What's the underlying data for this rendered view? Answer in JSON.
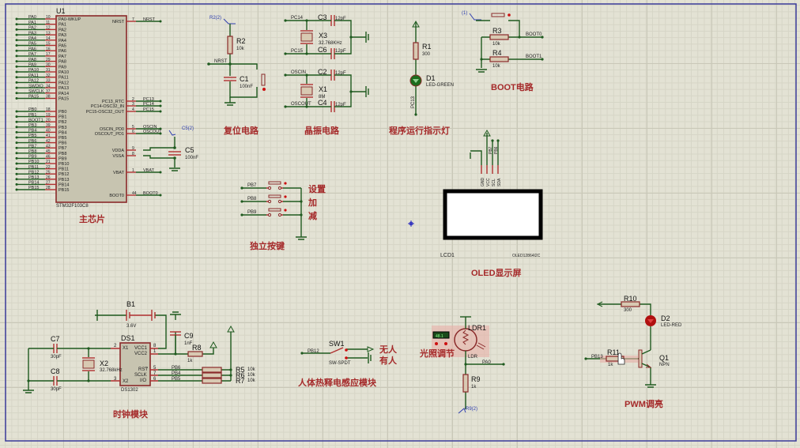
{
  "sheet": {
    "border_color": "#3a3a9a",
    "grid": "on"
  },
  "main_chip": {
    "ref": "U1",
    "part": "STM32F103C8",
    "section_title": "主芯片",
    "left_pins": [
      {
        "net": "PA0",
        "num": "10",
        "name": "PA0-WKUP"
      },
      {
        "net": "PA1",
        "num": "11",
        "name": "PA1"
      },
      {
        "net": "PA2",
        "num": "12",
        "name": "PA2"
      },
      {
        "net": "PA3",
        "num": "13",
        "name": "PA3"
      },
      {
        "net": "PA4",
        "num": "14",
        "name": "PA4"
      },
      {
        "net": "PA5",
        "num": "15",
        "name": "PA5"
      },
      {
        "net": "PA6",
        "num": "16",
        "name": "PA6"
      },
      {
        "net": "PA7",
        "num": "17",
        "name": "PA7"
      },
      {
        "net": "PA8",
        "num": "29",
        "name": "PA8"
      },
      {
        "net": "PA9",
        "num": "30",
        "name": "PA9"
      },
      {
        "net": "PA10",
        "num": "31",
        "name": "PA10"
      },
      {
        "net": "PA11",
        "num": "32",
        "name": "PA11"
      },
      {
        "net": "PA12",
        "num": "33",
        "name": "PA12"
      },
      {
        "net": "SWDIO",
        "num": "34",
        "name": "PA13"
      },
      {
        "net": "SWCLK",
        "num": "37",
        "name": "PA14"
      },
      {
        "net": "PA15",
        "num": "38",
        "name": "PA15"
      },
      {
        "net": "PB0",
        "num": "18",
        "name": "PB0"
      },
      {
        "net": "PB1",
        "num": "19",
        "name": "PB1"
      },
      {
        "net": "BOOT1",
        "num": "20",
        "name": "PB2"
      },
      {
        "net": "PB3",
        "num": "39",
        "name": "PB3"
      },
      {
        "net": "PB4",
        "num": "40",
        "name": "PB4"
      },
      {
        "net": "PB5",
        "num": "41",
        "name": "PB5"
      },
      {
        "net": "PB6",
        "num": "42",
        "name": "PB6"
      },
      {
        "net": "PB7",
        "num": "43",
        "name": "PB7"
      },
      {
        "net": "PB8",
        "num": "45",
        "name": "PB8"
      },
      {
        "net": "PB9",
        "num": "46",
        "name": "PB9"
      },
      {
        "net": "PB10",
        "num": "21",
        "name": "PB10"
      },
      {
        "net": "PB11",
        "num": "22",
        "name": "PB11"
      },
      {
        "net": "PB12",
        "num": "25",
        "name": "PB12"
      },
      {
        "net": "PB13",
        "num": "26",
        "name": "PB13"
      },
      {
        "net": "PB14",
        "num": "27",
        "name": "PB14"
      },
      {
        "net": "PB15",
        "num": "28",
        "name": "PB15"
      }
    ],
    "right_pins": [
      {
        "name": "NRST",
        "num": "7",
        "net": "NRST"
      },
      {
        "name": "PC13_RTC",
        "num": "2",
        "net": "PC13"
      },
      {
        "name": "PC14-OSC32_IN",
        "num": "3",
        "net": "PC14"
      },
      {
        "name": "PC15-OSC32_OUT",
        "num": "4",
        "net": "PC15"
      },
      {
        "name": "OSCIN_PD0",
        "num": "5",
        "net": "OSCIN"
      },
      {
        "name": "OSCOUT_PD1",
        "num": "6",
        "net": "OSCOUT"
      },
      {
        "name": "VDDA",
        "num": "9",
        "net": ""
      },
      {
        "name": "VSSA",
        "num": "8",
        "net": ""
      },
      {
        "name": "VBAT",
        "num": "1",
        "net": "VBAT"
      },
      {
        "name": "BOOT0",
        "num": "44",
        "net": "BOOT0"
      }
    ],
    "c5": {
      "ref": "C5",
      "value": "100nF",
      "probe": "C5(2)"
    }
  },
  "reset": {
    "title": "复位电路",
    "r2": {
      "ref": "R2",
      "value": "10k",
      "probe": "R2(2)"
    },
    "c1": {
      "ref": "C1",
      "value": "100nF"
    },
    "net": "NRST"
  },
  "crystal": {
    "title": "晶振电路",
    "x3": {
      "ref": "X3",
      "value": "32.768KHz"
    },
    "x1": {
      "ref": "X1",
      "value": "8M"
    },
    "c3": {
      "ref": "C3",
      "value": "12pF"
    },
    "c6": {
      "ref": "C6",
      "value": "12pF"
    },
    "c2": {
      "ref": "C2",
      "value": "12pF"
    },
    "c4": {
      "ref": "C4",
      "value": "12pF"
    },
    "nets": [
      "PC14",
      "PC15",
      "OSCIN",
      "OSCOUT"
    ]
  },
  "run_led": {
    "title": "程序运行指示灯",
    "r1": {
      "ref": "R1",
      "value": "300"
    },
    "d1": {
      "ref": "D1",
      "value": "LED-GREEN"
    },
    "net": "PC13"
  },
  "boot": {
    "title": "BOOT电路",
    "probe": "(1)",
    "r3": {
      "ref": "R3",
      "value": "10k"
    },
    "r4": {
      "ref": "R4",
      "value": "10k"
    },
    "nets": [
      "BOOT0",
      "BOOT1"
    ]
  },
  "oled": {
    "title": "OLED显示屏",
    "ref": "LCD1",
    "part": "OLED12864I2C",
    "pins": [
      "GND",
      "VCC",
      "SCL",
      "SDA"
    ],
    "pin_nums": [
      "1",
      "2",
      "3",
      "4"
    ],
    "nets": [
      "PB6",
      "PB7"
    ]
  },
  "keys": {
    "title": "独立按键",
    "items": [
      {
        "net": "PB7",
        "label": "设置"
      },
      {
        "net": "PB8",
        "label": "加"
      },
      {
        "net": "PB9",
        "label": "减"
      }
    ]
  },
  "clock": {
    "title": "时钟模块",
    "ds1": {
      "ref": "DS1",
      "part": "DS1302",
      "pins": [
        {
          "name": "X1",
          "num": "2"
        },
        {
          "name": "X2",
          "num": "3"
        },
        {
          "name": "VCC1",
          "num": "8"
        },
        {
          "name": "VCC2",
          "num": "1"
        },
        {
          "name": "RST",
          "num": "5"
        },
        {
          "name": "SCLK",
          "num": "7"
        },
        {
          "name": "I/O",
          "num": "6"
        }
      ]
    },
    "b1": {
      "ref": "B1",
      "value": "3.6V"
    },
    "x2": {
      "ref": "X2",
      "value": "32.768kHz"
    },
    "c7": {
      "ref": "C7",
      "value": "30pF"
    },
    "c8": {
      "ref": "C8",
      "value": "30pF"
    },
    "c9": {
      "ref": "C9",
      "value": "1nF"
    },
    "r8": {
      "ref": "R8",
      "value": "1k"
    },
    "pull": [
      {
        "ref": "R5",
        "value": "10k",
        "net": "PB6"
      },
      {
        "ref": "R6",
        "value": "10k",
        "net": "PB4"
      },
      {
        "ref": "R7",
        "value": "10k",
        "net": "PB5"
      }
    ]
  },
  "pir": {
    "title": "人体热释电感应模块",
    "sw": {
      "ref": "SW1",
      "part": "SW-SPDT"
    },
    "net": "PB12",
    "labels": [
      "无人",
      "有人"
    ]
  },
  "ldr": {
    "title": "光照调节",
    "ref": "LDR1",
    "part": "LDR",
    "readout": "48.1",
    "net": "PA0",
    "r9": {
      "ref": "R9",
      "value": "1k",
      "probe": "R9(2)"
    }
  },
  "pwm": {
    "title": "PWM调亮",
    "r10": {
      "ref": "R10",
      "value": "300"
    },
    "d2": {
      "ref": "D2",
      "value": "LED-RED"
    },
    "r11": {
      "ref": "R11",
      "value": "1k"
    },
    "q1": {
      "ref": "Q1",
      "value": "NPN"
    },
    "net": "PB13"
  }
}
